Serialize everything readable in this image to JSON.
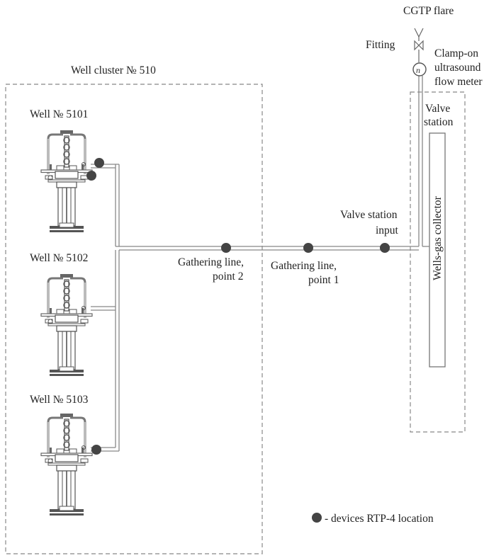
{
  "cluster": {
    "title": "Well cluster № 510",
    "wells": [
      {
        "label": "Well  № 5101"
      },
      {
        "label": "Well  № 5102"
      },
      {
        "label": "Well  № 5103"
      }
    ]
  },
  "gathering_points": [
    {
      "label_line1": "Gathering line,",
      "label_line2": "point 2"
    },
    {
      "label_line1": "Gathering line,",
      "label_line2": "point 1"
    }
  ],
  "valve_station_input": {
    "line1": "Valve station",
    "line2": "input"
  },
  "flare": {
    "label": "CGTP flare"
  },
  "fitting": {
    "label": "Fitting"
  },
  "flow_meter": {
    "line1": "Clamp-on",
    "line2": "ultrasound",
    "line3": "flow meter"
  },
  "valve_station": {
    "line1": "Valve",
    "line2": "station"
  },
  "collector": {
    "label": "Wells-gas collector"
  },
  "legend": {
    "label": "- devices RTP-4 location"
  },
  "colors": {
    "pipe": "#888888",
    "device": "#444444",
    "frame": "#888888"
  }
}
